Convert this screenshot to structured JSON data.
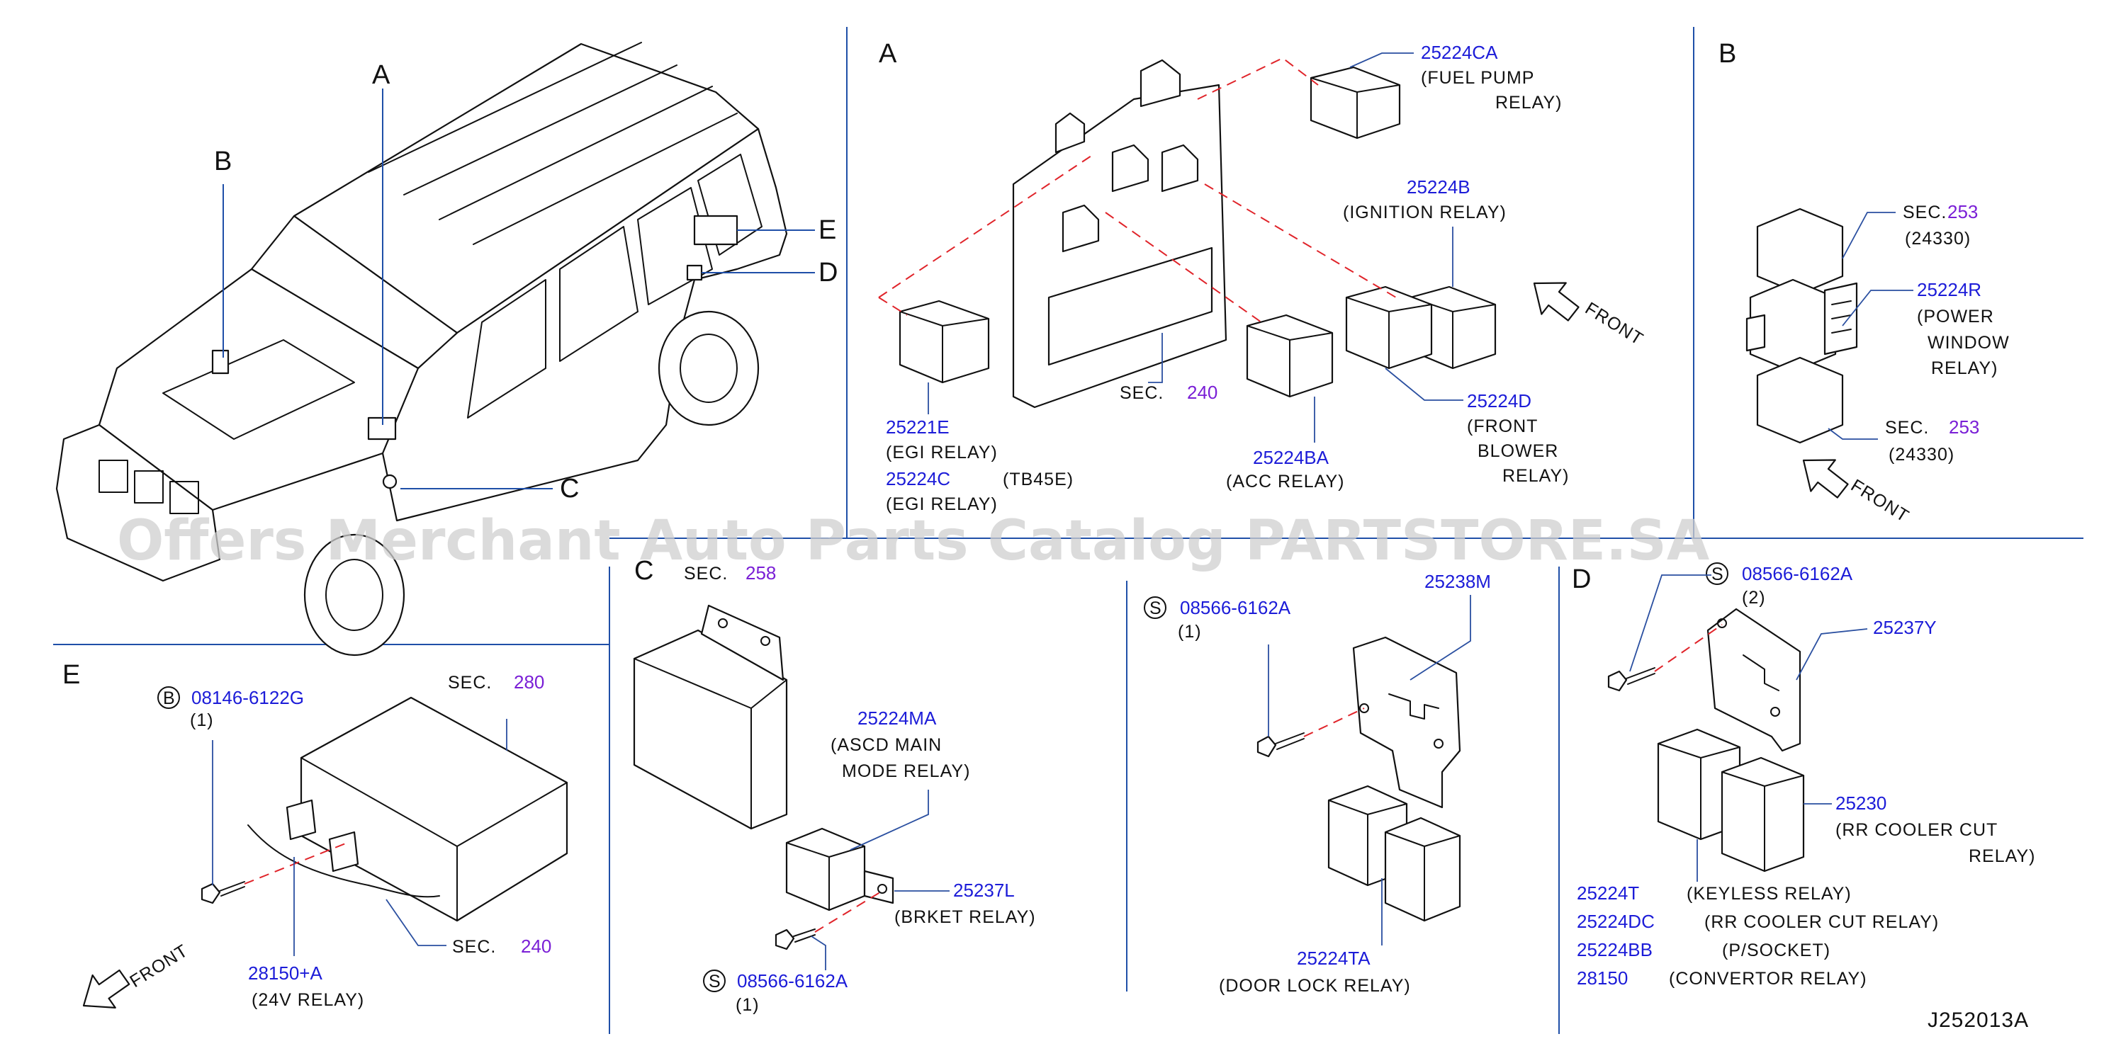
{
  "sections": {
    "overview": {
      "A": "A",
      "B": "B",
      "C": "C",
      "D": "D",
      "E": "E"
    },
    "A": {
      "title": "A",
      "fuel_pump_pn": "25224CA",
      "fuel_pump_l1": "(FUEL   PUMP",
      "fuel_pump_l2": "RELAY)",
      "ignition_pn": "25224B",
      "ignition_l1": "(IGNITION   RELAY)",
      "front_blower_pn": "25224D",
      "front_blower_l1": "(FRONT",
      "front_blower_l2": "BLOWER",
      "front_blower_l3": "RELAY)",
      "acc_pn": "25224BA",
      "acc_l1": "(ACC   RELAY)",
      "sec_label": "SEC.",
      "sec_num": "240",
      "egi1_pn": "25221E",
      "egi1_l1": "(EGI   RELAY)",
      "egi2_pn": "25224C",
      "egi2_note": "(TB45E)",
      "egi2_l1": "(EGI   RELAY)",
      "front": "FRONT"
    },
    "B": {
      "title": "B",
      "sec1_label": "SEC.",
      "sec1_num": "253",
      "sec1_sub": "(24330)",
      "pw_pn": "25224R",
      "pw_l1": "(POWER",
      "pw_l2": "WINDOW",
      "pw_l3": "RELAY)",
      "sec2_label": "SEC.",
      "sec2_num": "253",
      "sec2_sub": "(24330)",
      "front": "FRONT"
    },
    "C": {
      "title": "C",
      "sec_label": "SEC.",
      "sec_num": "258",
      "ascd_pn": "25224MA",
      "ascd_l1": "(ASCD   MAIN",
      "ascd_l2": "MODE   RELAY)",
      "brket_pn": "25237L",
      "brket_l1": "(BRKET   RELAY)",
      "screw_sym": "S",
      "screw_pn": "08566-6162A",
      "screw_qty": "(1)"
    },
    "M": {
      "screw_sym": "S",
      "screw_pn": "08566-6162A",
      "screw_qty": "(1)",
      "bracket_pn": "25238M",
      "door_pn": "25224TA",
      "door_l1": "(DOOR   LOCK   RELAY)"
    },
    "D": {
      "title": "D",
      "screw_sym": "S",
      "screw_pn": "08566-6162A",
      "screw_qty": "(2)",
      "bracket_pn": "25237Y",
      "cooler_pn": "25230",
      "cooler_l1": "(RR   COOLER   CUT",
      "cooler_l2": "RELAY)",
      "list": [
        {
          "pn": "25224T",
          "desc": "(KEYLESS   RELAY)"
        },
        {
          "pn": "25224DC",
          "desc": "(RR   COOLER   CUT   RELAY)"
        },
        {
          "pn": "25224BB",
          "desc": "(P/SOCKET)"
        },
        {
          "pn": "28150",
          "desc": "(CONVERTOR   RELAY)"
        }
      ],
      "code": "J252013A"
    },
    "E": {
      "title": "E",
      "bolt_sym": "B",
      "bolt_pn": "08146-6122G",
      "bolt_qty": "(1)",
      "sec1_label": "SEC.",
      "sec1_num": "280",
      "sec2_label": "SEC.",
      "sec2_num": "240",
      "relay_pn": "28150+A",
      "relay_l1": "(24V   RELAY)",
      "front": "FRONT"
    }
  },
  "watermark": "Offers Merchant Auto Parts Catalog PARTSTORE.SA"
}
